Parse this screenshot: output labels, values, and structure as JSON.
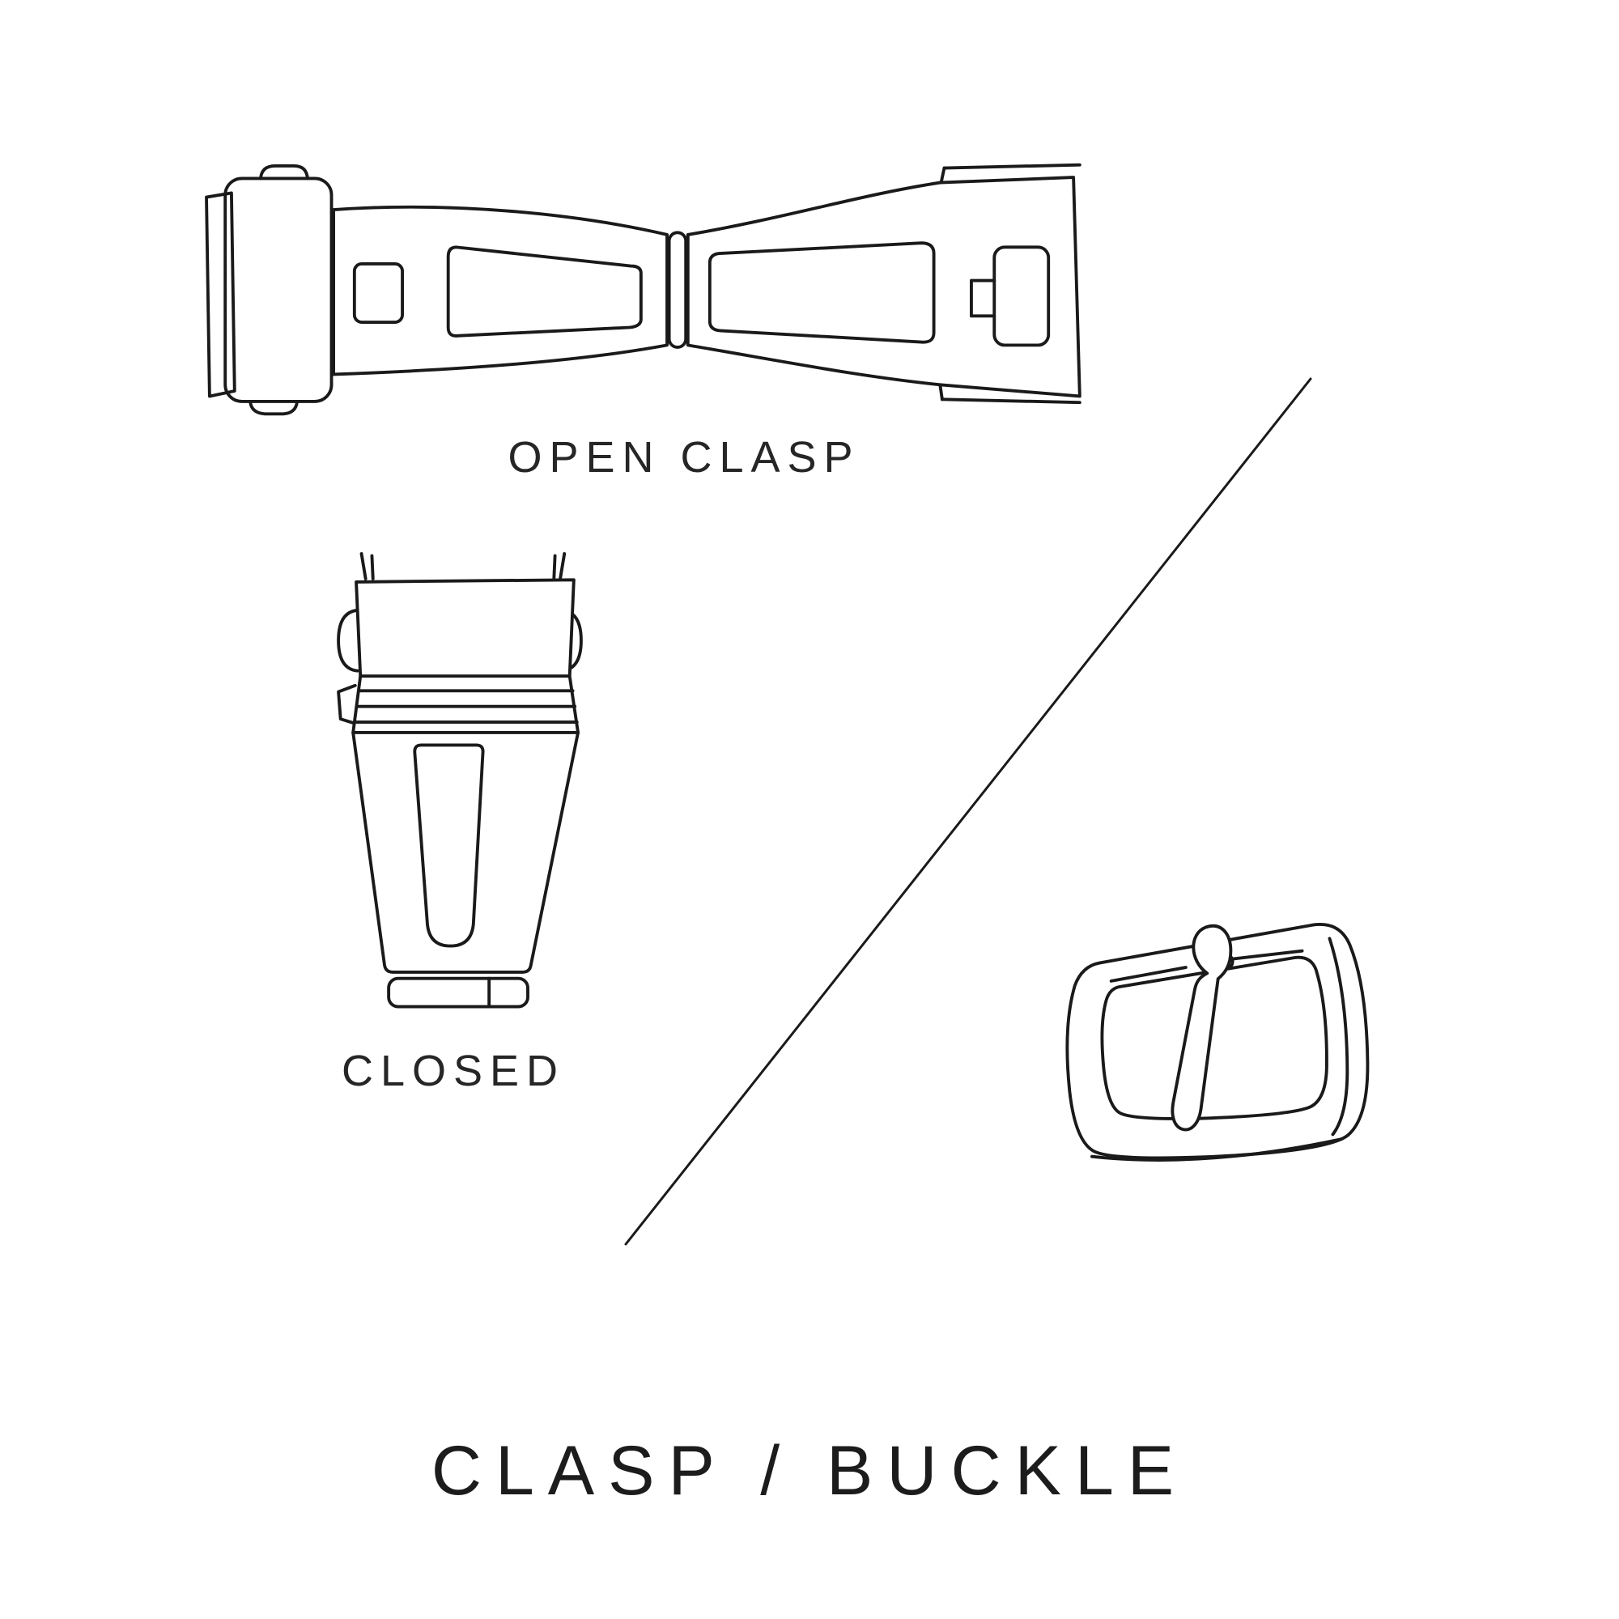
{
  "page": {
    "background_color": "#ffffff",
    "line_color": "#1a1a1a",
    "text_color": "#1f1f1f"
  },
  "title": "CLASP / BUCKLE",
  "figures": {
    "open_clasp": {
      "label": "OPEN CLASP"
    },
    "closed_clasp": {
      "label": "CLOSED"
    }
  },
  "illustrations": {
    "open_clasp": "open-clasp-line-drawing",
    "closed_clasp": "closed-clasp-line-drawing",
    "buckle": "tang-buckle-line-drawing",
    "divider": "diagonal-divider-line"
  }
}
